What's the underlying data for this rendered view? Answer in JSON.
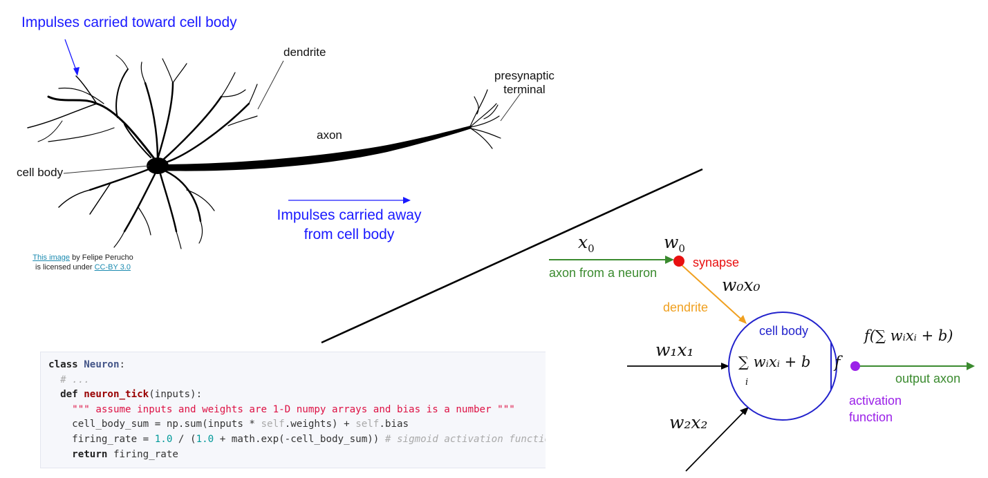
{
  "biology": {
    "impulses_toward": "Impulses carried toward cell body",
    "dendrite": "dendrite",
    "presynaptic_line1": "presynaptic",
    "presynaptic_line2": "terminal",
    "axon": "axon",
    "cell_body": "cell body",
    "impulses_away_line1": "Impulses carried away",
    "impulses_away_line2": "from cell body",
    "credit": {
      "link1": "This image",
      "text1": " by Felipe Perucho",
      "text2": "is licensed under ",
      "link2": "CC-BY 3.0"
    }
  },
  "model": {
    "x0": "x",
    "x0_sub": "0",
    "w0": "w",
    "w0_sub": "0",
    "synapse": "synapse",
    "axon_from_neuron": "axon from a neuron",
    "w0x0": "w₀x₀",
    "dendrite": "dendrite",
    "cell_body": "cell body",
    "w1x1": "w₁x₁",
    "w2x2": "w₂x₂",
    "sum_expr": "∑ wᵢxᵢ + b",
    "sum_index": "i",
    "f": "f",
    "output_formula": "f(∑ wᵢxᵢ + b)",
    "output_axon": "output axon",
    "activation_line1": "activation",
    "activation_line2": "function",
    "colors": {
      "green": "#3a8a2e",
      "orange": "#f0a020",
      "red": "#e81010",
      "blue_circle": "#2222cc",
      "purple": "#9b21e8",
      "label_blue": "#1a1aff"
    }
  },
  "code": {
    "l1_kw": "class",
    "l1_name": "Neuron",
    "l1_end": ":",
    "l2": "  # ...",
    "l3_kw": "def",
    "l3_fn": "neuron_tick",
    "l3_rest": "(inputs):",
    "l4": "\"\"\" assume inputs and weights are 1-D numpy arrays and bias is a number \"\"\"",
    "l5_a": "cell_body_sum = np.sum(inputs * ",
    "l5_self1": "self",
    "l5_b": ".weights) + ",
    "l5_self2": "self",
    "l5_c": ".bias",
    "l6_a": "firing_rate = ",
    "l6_n1": "1.0",
    "l6_b": " / (",
    "l6_n2": "1.0",
    "l6_c": " + math.exp(-cell_body_sum)) ",
    "l6_cm": "# sigmoid activation function",
    "l7_kw": "return",
    "l7_rest": " firing_rate"
  }
}
